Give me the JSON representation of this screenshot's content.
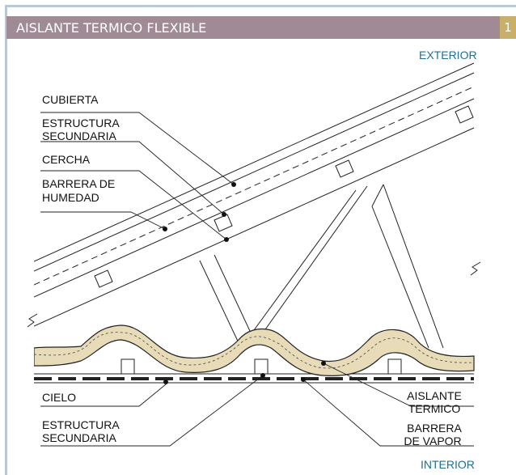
{
  "header": {
    "title": "AISLANTE TERMICO FLEXIBLE",
    "page_number": "1"
  },
  "labels": {
    "exterior": "EXTERIOR",
    "interior": "INTERIOR",
    "cubierta": "CUBIERTA",
    "estructura_secundaria_top_1": "ESTRUCTURA",
    "estructura_secundaria_top_2": "SECUNDARIA",
    "cercha": "CERCHA",
    "barrera_humedad_1": "BARRERA DE",
    "barrera_humedad_2": "HUMEDAD",
    "cielo": "CIELO",
    "estructura_secundaria_bottom_1": "ESTRUCTURA",
    "estructura_secundaria_bottom_2": "SECUNDARIA",
    "aislante_termico_1": "AISLANTE",
    "aislante_termico_2": "TERMICO",
    "barrera_vapor_1": "BARRERA",
    "barrera_vapor_2": "DE VAPOR"
  },
  "colors": {
    "header_bg": "#a08a95",
    "page_number_bg": "#c9b06a",
    "frame_border": "#b8c9d3",
    "label_blue": "#1f6f93",
    "insulation_fill": "#e8dcb8"
  }
}
